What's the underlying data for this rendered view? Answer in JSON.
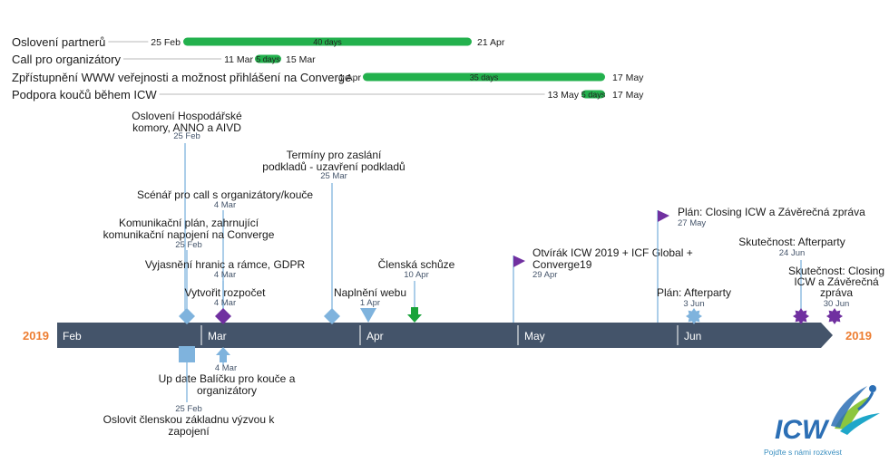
{
  "year_label_left": "2019",
  "year_label_right": "2019",
  "colors": {
    "timeline": "#44546a",
    "gantt_bar": "#23b14d",
    "year": "#ed7d31",
    "light_blue": "#7fb3dd",
    "purple": "#7030a0",
    "green": "#1aa33a",
    "date_text": "#44546a"
  },
  "months": [
    "Feb",
    "Mar",
    "Apr",
    "May",
    "Jun"
  ],
  "tasks": [
    {
      "name": "Oslovení partnerů",
      "start": "25 Feb",
      "end": "21 Apr",
      "duration": "40 days"
    },
    {
      "name": "Call pro organizátory",
      "start": "11 Mar",
      "end": "15 Mar",
      "duration": "5 days"
    },
    {
      "name": "Zpřístupnění WWW veřejnosti a možnost přihlášení na Converge",
      "start": "1 Apr",
      "end": "17 May",
      "duration": "35 days"
    },
    {
      "name": "Podpora koučů během ICW",
      "start": "13 May",
      "end": "17 May",
      "duration": "5 days"
    }
  ],
  "milestones_above": [
    {
      "title": "Oslovení Hospodářské komory, ANNO a AIVD",
      "date": "25 Feb"
    },
    {
      "title": "Termíny pro zaslání podkladů - uzavření podkladů",
      "date": "25 Mar"
    },
    {
      "title": "Scénář pro call s organizátory/kouče",
      "date": "4 Mar"
    },
    {
      "title": "Komunikační plán, zahrnující komunikační napojení na Converge",
      "date": "25 Feb"
    },
    {
      "title": "Vyjasnění hranic a rámce, GDPR",
      "date": "4 Mar"
    },
    {
      "title": "Vytvořit rozpočet",
      "date": "4 Mar"
    },
    {
      "title": "Naplnění webu",
      "date": "1 Apr"
    },
    {
      "title": "Členská schůze",
      "date": "10 Apr"
    },
    {
      "title": "Otvírák ICW 2019 + ICF Global + Converge19",
      "date": "29 Apr"
    },
    {
      "title": "Plán: Closing ICW a Závěrečná zpráva",
      "date": "27 May"
    },
    {
      "title": "Plán: Afterparty",
      "date": "3 Jun"
    },
    {
      "title": "Skutečnost: Afterparty",
      "date": "24 Jun"
    },
    {
      "title": "Skutečnost: Closing ICW a Závěrečná zpráva",
      "date": "30 Jun"
    }
  ],
  "milestones_below": [
    {
      "title": "Up date Balíčku pro kouče a organizátory",
      "date": "4 Mar"
    },
    {
      "title": "Oslovit členskou základnu výzvou k zapojení",
      "date": "25 Feb"
    }
  ],
  "logo": {
    "text": "ICW",
    "tagline": "Pojďte s námi rozkvést"
  }
}
